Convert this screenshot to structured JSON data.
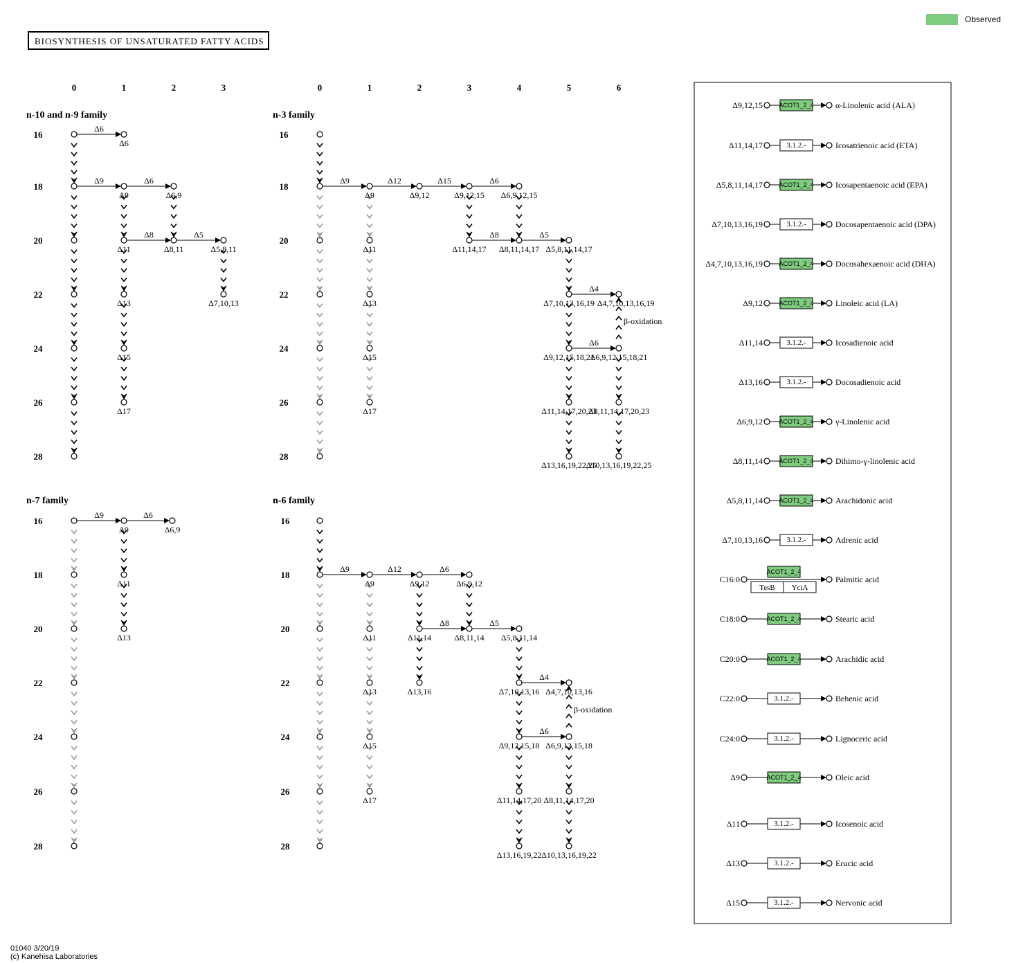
{
  "title": "BIOSYNTHESIS OF UNSATURATED FATTY ACIDS",
  "legend": {
    "label": "Observed",
    "color": "#7fcb7f"
  },
  "footer": {
    "line1": "01040 3/20/19",
    "line2": "(c) Kanehisa Laboratories"
  },
  "colors": {
    "observed": "#7fcb7f",
    "dark_arrow": "#000000",
    "gray_arrow": "#999999"
  },
  "columns": [
    "0",
    "1",
    "2",
    "3",
    "4",
    "5",
    "6"
  ],
  "rows": [
    "16",
    "18",
    "20",
    "22",
    "24",
    "26",
    "28"
  ],
  "families": {
    "n10n9": {
      "name": "n-10 and n-9 family"
    },
    "n3": {
      "name": "n-3 family"
    },
    "n7": {
      "name": "n-7 family"
    },
    "n6": {
      "name": "n-6 family"
    }
  },
  "nodes": {
    "n10n9": [
      {
        "id": "a00",
        "c": 0,
        "r": 0,
        "label": ""
      },
      {
        "id": "a01",
        "c": 1,
        "r": 0,
        "label": "Δ6"
      },
      {
        "id": "a10",
        "c": 0,
        "r": 1,
        "label": ""
      },
      {
        "id": "a11",
        "c": 1,
        "r": 1,
        "label": "Δ9"
      },
      {
        "id": "a12",
        "c": 2,
        "r": 1,
        "label": "Δ6,9"
      },
      {
        "id": "a20",
        "c": 0,
        "r": 2,
        "label": ""
      },
      {
        "id": "a21",
        "c": 1,
        "r": 2,
        "label": "Δ11"
      },
      {
        "id": "a22",
        "c": 2,
        "r": 2,
        "label": "Δ8,11"
      },
      {
        "id": "a23",
        "c": 3,
        "r": 2,
        "label": "Δ5,8,11"
      },
      {
        "id": "a30",
        "c": 0,
        "r": 3,
        "label": ""
      },
      {
        "id": "a31",
        "c": 1,
        "r": 3,
        "label": "Δ13"
      },
      {
        "id": "a33",
        "c": 3,
        "r": 3,
        "label": "Δ7,10,13"
      },
      {
        "id": "a40",
        "c": 0,
        "r": 4,
        "label": ""
      },
      {
        "id": "a41",
        "c": 1,
        "r": 4,
        "label": "Δ15"
      },
      {
        "id": "a50",
        "c": 0,
        "r": 5,
        "label": ""
      },
      {
        "id": "a51",
        "c": 1,
        "r": 5,
        "label": "Δ17"
      },
      {
        "id": "a60",
        "c": 0,
        "r": 6,
        "label": ""
      }
    ],
    "n3": [
      {
        "id": "b00",
        "c": 0,
        "r": 0,
        "label": ""
      },
      {
        "id": "b10",
        "c": 0,
        "r": 1,
        "label": ""
      },
      {
        "id": "b11",
        "c": 1,
        "r": 1,
        "label": "Δ9"
      },
      {
        "id": "b12",
        "c": 2,
        "r": 1,
        "label": "Δ9,12"
      },
      {
        "id": "b13",
        "c": 3,
        "r": 1,
        "label": "Δ9,12,15"
      },
      {
        "id": "b14",
        "c": 4,
        "r": 1,
        "label": "Δ6,9,12,15"
      },
      {
        "id": "b20",
        "c": 0,
        "r": 2,
        "label": ""
      },
      {
        "id": "b21",
        "c": 1,
        "r": 2,
        "label": "Δ11"
      },
      {
        "id": "b23",
        "c": 3,
        "r": 2,
        "label": "Δ11,14,17"
      },
      {
        "id": "b24",
        "c": 4,
        "r": 2,
        "label": "Δ8,11,14,17"
      },
      {
        "id": "b25",
        "c": 5,
        "r": 2,
        "label": "Δ5,8,11,14,17"
      },
      {
        "id": "b30",
        "c": 0,
        "r": 3,
        "label": ""
      },
      {
        "id": "b31",
        "c": 1,
        "r": 3,
        "label": "Δ13"
      },
      {
        "id": "b35",
        "c": 5,
        "r": 3,
        "label": "Δ7,10,13,16,19"
      },
      {
        "id": "b36",
        "c": 6,
        "r": 3,
        "label": "Δ4,7,10,13,16,19"
      },
      {
        "id": "b40",
        "c": 0,
        "r": 4,
        "label": ""
      },
      {
        "id": "b41",
        "c": 1,
        "r": 4,
        "label": "Δ15"
      },
      {
        "id": "b45",
        "c": 5,
        "r": 4,
        "label": "Δ9,12,15,18,21"
      },
      {
        "id": "b46",
        "c": 6,
        "r": 4,
        "label": "Δ6,9,12,15,18,21"
      },
      {
        "id": "b50",
        "c": 0,
        "r": 5,
        "label": ""
      },
      {
        "id": "b51",
        "c": 1,
        "r": 5,
        "label": "Δ17"
      },
      {
        "id": "b55",
        "c": 5,
        "r": 5,
        "label": "Δ11,14,17,20,23"
      },
      {
        "id": "b56",
        "c": 6,
        "r": 5,
        "label": "Δ8,11,14,17,20,23"
      },
      {
        "id": "b60",
        "c": 0,
        "r": 6,
        "label": ""
      },
      {
        "id": "b65",
        "c": 5,
        "r": 6,
        "label": "Δ13,16,19,22,25"
      },
      {
        "id": "b66",
        "c": 6,
        "r": 6,
        "label": "Δ10,13,16,19,22,25"
      }
    ],
    "n7": [
      {
        "id": "c00",
        "c": 0,
        "r": 0,
        "label": ""
      },
      {
        "id": "c01",
        "c": 1,
        "r": 0,
        "label": "Δ9"
      },
      {
        "id": "c02",
        "c": 2,
        "r": 0,
        "label": "Δ6,9"
      },
      {
        "id": "c10",
        "c": 0,
        "r": 1,
        "label": ""
      },
      {
        "id": "c11",
        "c": 1,
        "r": 1,
        "label": "Δ11"
      },
      {
        "id": "c20",
        "c": 0,
        "r": 2,
        "label": ""
      },
      {
        "id": "c21",
        "c": 1,
        "r": 2,
        "label": "Δ13"
      },
      {
        "id": "c30",
        "c": 0,
        "r": 3,
        "label": ""
      },
      {
        "id": "c40",
        "c": 0,
        "r": 4,
        "label": ""
      },
      {
        "id": "c50",
        "c": 0,
        "r": 5,
        "label": ""
      },
      {
        "id": "c60",
        "c": 0,
        "r": 6,
        "label": ""
      }
    ],
    "n6": [
      {
        "id": "d00",
        "c": 0,
        "r": 0,
        "label": ""
      },
      {
        "id": "d10",
        "c": 0,
        "r": 1,
        "label": ""
      },
      {
        "id": "d11",
        "c": 1,
        "r": 1,
        "label": "Δ9"
      },
      {
        "id": "d12",
        "c": 2,
        "r": 1,
        "label": "Δ9,12"
      },
      {
        "id": "d13",
        "c": 3,
        "r": 1,
        "label": "Δ6,9,12"
      },
      {
        "id": "d20",
        "c": 0,
        "r": 2,
        "label": ""
      },
      {
        "id": "d21",
        "c": 1,
        "r": 2,
        "label": "Δ11"
      },
      {
        "id": "d22",
        "c": 2,
        "r": 2,
        "label": "Δ11,14"
      },
      {
        "id": "d23",
        "c": 3,
        "r": 2,
        "label": "Δ8,11,14"
      },
      {
        "id": "d24",
        "c": 4,
        "r": 2,
        "label": "Δ5,8,11,14"
      },
      {
        "id": "d30",
        "c": 0,
        "r": 3,
        "label": ""
      },
      {
        "id": "d31",
        "c": 1,
        "r": 3,
        "label": "Δ13"
      },
      {
        "id": "d32",
        "c": 2,
        "r": 3,
        "label": "Δ13,16"
      },
      {
        "id": "d34",
        "c": 4,
        "r": 3,
        "label": "Δ7,10,13,16"
      },
      {
        "id": "d35",
        "c": 5,
        "r": 3,
        "label": "Δ4,7,10,13,16"
      },
      {
        "id": "d40",
        "c": 0,
        "r": 4,
        "label": ""
      },
      {
        "id": "d41",
        "c": 1,
        "r": 4,
        "label": "Δ15"
      },
      {
        "id": "d44",
        "c": 4,
        "r": 4,
        "label": "Δ9,12,15,18"
      },
      {
        "id": "d45",
        "c": 5,
        "r": 4,
        "label": "Δ6,9,12,15,18"
      },
      {
        "id": "d50",
        "c": 0,
        "r": 5,
        "label": ""
      },
      {
        "id": "d51",
        "c": 1,
        "r": 5,
        "label": "Δ17"
      },
      {
        "id": "d54",
        "c": 4,
        "r": 5,
        "label": "Δ11,14,17,20"
      },
      {
        "id": "d55",
        "c": 5,
        "r": 5,
        "label": "Δ8,11,14,17,20"
      },
      {
        "id": "d60",
        "c": 0,
        "r": 6,
        "label": ""
      },
      {
        "id": "d64",
        "c": 4,
        "r": 6,
        "label": "Δ13,16,19,22"
      },
      {
        "id": "d65",
        "c": 5,
        "r": 6,
        "label": "Δ10,13,16,19,22"
      }
    ]
  },
  "edges": {
    "n10n9": [
      {
        "from": "a00",
        "to": "a01",
        "label": "Δ6"
      },
      {
        "from": "a10",
        "to": "a11",
        "label": "Δ9"
      },
      {
        "from": "a11",
        "to": "a12",
        "label": "Δ6"
      },
      {
        "from": "a21",
        "to": "a22",
        "label": "Δ8"
      },
      {
        "from": "a22",
        "to": "a23",
        "label": "Δ5"
      },
      {
        "from": "a00",
        "to": "a10",
        "style": "dark"
      },
      {
        "from": "a10",
        "to": "a20",
        "style": "dark"
      },
      {
        "from": "a20",
        "to": "a30",
        "style": "dark"
      },
      {
        "from": "a30",
        "to": "a40",
        "style": "dark"
      },
      {
        "from": "a40",
        "to": "a50",
        "style": "dark"
      },
      {
        "from": "a50",
        "to": "a60",
        "style": "dark"
      },
      {
        "from": "a11",
        "to": "a21",
        "style": "dark"
      },
      {
        "from": "a21",
        "to": "a31",
        "style": "dark"
      },
      {
        "from": "a31",
        "to": "a41",
        "style": "dark"
      },
      {
        "from": "a41",
        "to": "a51",
        "style": "dark"
      },
      {
        "from": "a12",
        "to": "a22",
        "style": "dark"
      },
      {
        "from": "a23",
        "to": "a33",
        "style": "dark"
      }
    ],
    "n3": [
      {
        "from": "b10",
        "to": "b11",
        "label": "Δ9"
      },
      {
        "from": "b11",
        "to": "b12",
        "label": "Δ12"
      },
      {
        "from": "b12",
        "to": "b13",
        "label": "Δ15"
      },
      {
        "from": "b13",
        "to": "b14",
        "label": "Δ6"
      },
      {
        "from": "b23",
        "to": "b24",
        "label": "Δ8"
      },
      {
        "from": "b24",
        "to": "b25",
        "label": "Δ5"
      },
      {
        "from": "b35",
        "to": "b36",
        "label": "Δ4"
      },
      {
        "from": "b45",
        "to": "b46",
        "label": "Δ6"
      },
      {
        "from": "b00",
        "to": "b10",
        "style": "dark"
      },
      {
        "from": "b10",
        "to": "b20",
        "style": "gray"
      },
      {
        "from": "b20",
        "to": "b30",
        "style": "gray"
      },
      {
        "from": "b30",
        "to": "b40",
        "style": "gray"
      },
      {
        "from": "b40",
        "to": "b50",
        "style": "gray"
      },
      {
        "from": "b50",
        "to": "b60",
        "style": "gray"
      },
      {
        "from": "b11",
        "to": "b21",
        "style": "gray"
      },
      {
        "from": "b21",
        "to": "b31",
        "style": "gray"
      },
      {
        "from": "b31",
        "to": "b41",
        "style": "gray"
      },
      {
        "from": "b41",
        "to": "b51",
        "style": "gray"
      },
      {
        "from": "b13",
        "to": "b23",
        "style": "dark"
      },
      {
        "from": "b14",
        "to": "b24",
        "style": "dark"
      },
      {
        "from": "b25",
        "to": "b35",
        "style": "dark"
      },
      {
        "from": "b35",
        "to": "b45",
        "style": "dark"
      },
      {
        "from": "b45",
        "to": "b55",
        "style": "dark"
      },
      {
        "from": "b55",
        "to": "b65",
        "style": "dark"
      },
      {
        "from": "b46",
        "to": "b36",
        "style": "dark",
        "label": "β-oxidation"
      },
      {
        "from": "b46",
        "to": "b56",
        "style": "dark"
      },
      {
        "from": "b56",
        "to": "b66",
        "style": "dark"
      }
    ],
    "n7": [
      {
        "from": "c00",
        "to": "c01",
        "label": "Δ9"
      },
      {
        "from": "c01",
        "to": "c02",
        "label": "Δ6"
      },
      {
        "from": "c00",
        "to": "c10",
        "style": "gray"
      },
      {
        "from": "c10",
        "to": "c20",
        "style": "gray"
      },
      {
        "from": "c20",
        "to": "c30",
        "style": "gray"
      },
      {
        "from": "c30",
        "to": "c40",
        "style": "gray"
      },
      {
        "from": "c40",
        "to": "c50",
        "style": "gray"
      },
      {
        "from": "c50",
        "to": "c60",
        "style": "gray"
      },
      {
        "from": "c01",
        "to": "c11",
        "style": "dark"
      },
      {
        "from": "c11",
        "to": "c21",
        "style": "dark"
      }
    ],
    "n6": [
      {
        "from": "d10",
        "to": "d11",
        "label": "Δ9"
      },
      {
        "from": "d11",
        "to": "d12",
        "label": "Δ12"
      },
      {
        "from": "d12",
        "to": "d13",
        "label": "Δ6"
      },
      {
        "from": "d22",
        "to": "d23",
        "label": "Δ8"
      },
      {
        "from": "d23",
        "to": "d24",
        "label": "Δ5"
      },
      {
        "from": "d34",
        "to": "d35",
        "label": "Δ4"
      },
      {
        "from": "d44",
        "to": "d45",
        "label": "Δ6"
      },
      {
        "from": "d00",
        "to": "d10",
        "style": "dark"
      },
      {
        "from": "d10",
        "to": "d20",
        "style": "gray"
      },
      {
        "from": "d20",
        "to": "d30",
        "style": "gray"
      },
      {
        "from": "d30",
        "to": "d40",
        "style": "gray"
      },
      {
        "from": "d40",
        "to": "d50",
        "style": "gray"
      },
      {
        "from": "d50",
        "to": "d60",
        "style": "gray"
      },
      {
        "from": "d11",
        "to": "d21",
        "style": "gray"
      },
      {
        "from": "d21",
        "to": "d31",
        "style": "gray"
      },
      {
        "from": "d31",
        "to": "d41",
        "style": "gray"
      },
      {
        "from": "d41",
        "to": "d51",
        "style": "gray"
      },
      {
        "from": "d12",
        "to": "d22",
        "style": "dark"
      },
      {
        "from": "d22",
        "to": "d32",
        "style": "dark"
      },
      {
        "from": "d13",
        "to": "d23",
        "style": "dark"
      },
      {
        "from": "d24",
        "to": "d34",
        "style": "dark"
      },
      {
        "from": "d34",
        "to": "d44",
        "style": "dark"
      },
      {
        "from": "d44",
        "to": "d54",
        "style": "dark"
      },
      {
        "from": "d54",
        "to": "d64",
        "style": "dark"
      },
      {
        "from": "d45",
        "to": "d35",
        "style": "dark",
        "label": "β-oxidation"
      },
      {
        "from": "d45",
        "to": "d55",
        "style": "dark"
      },
      {
        "from": "d55",
        "to": "d65",
        "style": "dark"
      }
    ]
  },
  "reactions": [
    {
      "substrate": "Δ9,12,15",
      "enzyme": "ACOT1_2_4",
      "observed": true,
      "product": "α-Linolenic acid (ALA)"
    },
    {
      "substrate": "Δ11,14,17",
      "enzyme": "3.1.2.-",
      "observed": false,
      "product": "Icosatrienoic acid (ETA)"
    },
    {
      "substrate": "Δ5,8,11,14,17",
      "enzyme": "ACOT1_2_4",
      "observed": true,
      "product": "Icosapentaenoic acid (EPA)"
    },
    {
      "substrate": "Δ7,10,13,16,19",
      "enzyme": "3.1.2.-",
      "observed": false,
      "product": "Docosapentaenoic acid (DPA)"
    },
    {
      "substrate": "Δ4,7,10,13,16,19",
      "enzyme": "ACOT1_2_4",
      "observed": true,
      "product": "Docosahexaenoic acid (DHA)"
    },
    {
      "substrate": "Δ9,12",
      "enzyme": "ACOT1_2_4",
      "observed": true,
      "product": "Linoleic acid (LA)"
    },
    {
      "substrate": "Δ11,14",
      "enzyme": "3.1.2.-",
      "observed": false,
      "product": "Icosadienoic acid"
    },
    {
      "substrate": "Δ13,16",
      "enzyme": "3.1.2.-",
      "observed": false,
      "product": "Docosadienoic acid"
    },
    {
      "substrate": "Δ6,9,12",
      "enzyme": "ACOT1_2_4",
      "observed": true,
      "product": "γ-Linolenic acid"
    },
    {
      "substrate": "Δ8,11,14",
      "enzyme": "ACOT1_2_4",
      "observed": true,
      "product": "Dihimo-γ-linolenic acid"
    },
    {
      "substrate": "Δ5,8,11,14",
      "enzyme": "ACOT1_2_4",
      "observed": true,
      "product": "Arachidonic acid"
    },
    {
      "substrate": "Δ7,10,13,16",
      "enzyme": "3.1.2.-",
      "observed": false,
      "product": "Adrenic acid"
    },
    {
      "substrate": "C16:0",
      "enzyme": "ACOT1_2_4",
      "observed": true,
      "extra_enzymes": [
        "TesB",
        "YciA"
      ],
      "product": "Palmitic acid"
    },
    {
      "substrate": "C18:0",
      "enzyme": "ACOT1_2_4",
      "observed": true,
      "product": "Stearic acid"
    },
    {
      "substrate": "C20:0",
      "enzyme": "ACOT1_2_4",
      "observed": true,
      "product": "Arachidic acid"
    },
    {
      "substrate": "C22:0",
      "enzyme": "3.1.2.-",
      "observed": false,
      "product": "Behenic acid"
    },
    {
      "substrate": "C24:0",
      "enzyme": "3.1.2.-",
      "observed": false,
      "product": "Lignoceric acid"
    },
    {
      "substrate": "Δ9",
      "enzyme": "ACOT1_2_4",
      "observed": true,
      "product": "Oleic acid"
    },
    {
      "substrate": "Δ11",
      "enzyme": "3.1.2.-",
      "observed": false,
      "product": "Icosenoic acid"
    },
    {
      "substrate": "Δ13",
      "enzyme": "3.1.2.-",
      "observed": false,
      "product": "Erucic acid"
    },
    {
      "substrate": "Δ15",
      "enzyme": "3.1.2.-",
      "observed": false,
      "product": "Nervonic acid"
    }
  ]
}
